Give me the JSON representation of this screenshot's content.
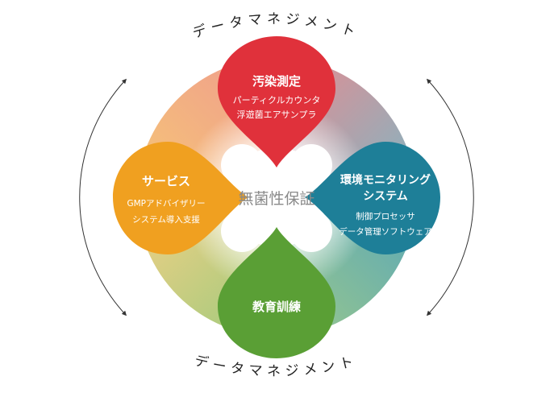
{
  "arc_text_top": "データマネジメント",
  "arc_text_bottom": "データマネジメント",
  "center": {
    "label": "無菌性保証"
  },
  "petals": {
    "top": {
      "title": "汚染測定",
      "lines": [
        "パーティクルカウンタ",
        "浮遊菌エアサンプラ"
      ],
      "color": "#e0313b"
    },
    "right": {
      "title_lines": [
        "環境モニタリング",
        "システム"
      ],
      "lines": [
        "制御プロセッサ",
        "データ管理ソフトウェア"
      ],
      "color": "#1e7f98"
    },
    "left": {
      "title": "サービス",
      "lines": [
        "GMPアドバイザリー",
        "システム導入支援"
      ],
      "color": "#f0a020"
    },
    "bottom": {
      "title": "教育訓練",
      "color": "#5a9f35"
    }
  }
}
